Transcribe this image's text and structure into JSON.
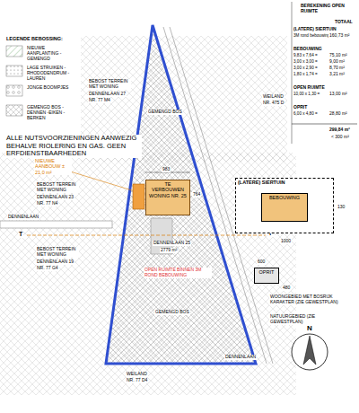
{
  "diagram": {
    "nodes": [
      {
        "text": [
          "TE VERBOUWEN WONING NR. 25"
        ]
      },
      {
        "text": [
          "OPRIT"
        ]
      },
      {
        "text": [
          "(LATERE) SIERTUIN"
        ]
      },
      {
        "text": [
          "BEBOUWING"
        ],
        "in": 2
      }
    ],
    "labels": [
      "LEGENDE BEBOSSING:",
      "BEREKENING OPEN RUIMTE",
      "TOTAAL",
      "(LATERE) SIERTUIN",
      "3M rond bebouwing",
      "160,73 m²",
      "BEBOUWING",
      "9,83 x 7,64 =",
      "75,10 m²",
      "3,00 x 3,00 =",
      "9,00 m²",
      "3,00 x 2,90 =",
      "8,70 m²",
      "1,80 x 1,74 =",
      "3,21 m²",
      "OPEN RUIMTE",
      "10,00 x 1,30 =",
      "13,00 m²",
      "OPRIT",
      "6,00 x 4,80 =",
      "28,80 m²",
      "299,84 m²",
      "< 300 m²",
      "ALLE NUTSVOORZIENINGEN AANWEZIG BEHALVE RIOLERING EN GAS. GEEN ERFDIENSTBAARHEDEN",
      "BEBOST TERREIN MET WONING",
      "DENNENLAAN 27",
      "NR. 77 M4",
      "WEILAND",
      "NR. 475 D",
      "GEMENGD BOS",
      "NIEUWE AANBOUW ± 21,0 m²",
      "BEBOST TERREIN MET WONING",
      "DENNENLAAN 23",
      "NR. 77 N4",
      "DENNENLAAN",
      "BEBOST TERREIN MET WONING",
      "DENNENLAAN 19",
      "NR. 77 G4",
      "T",
      "T'",
      "DENNENLAAN 25",
      "2779 m²",
      "OPEN RUIMTE BINNEN 3M ROND BEBOUWING",
      "GEMENGD BOS",
      "WOONGEBIED MET BOSRIJK KARAKTER (ZIE GEWESTPLAN)",
      "NATUURGEBIED (ZIE GEWESTPLAN)",
      "DENNENLAAN",
      "WEILAND",
      "NR. 77 D4",
      "983",
      "764",
      "1000",
      "600",
      "480",
      "130",
      "N"
    ],
    "legend": [
      {
        "text": "NIEUWE AANPLANTING -GEMENGD"
      },
      {
        "text": "LAGE STRUIKEN -RHODODENDRUM -LAUREN"
      },
      {
        "text": "JONGE BOOMPJES"
      },
      {
        "text": "GEMENGD BOS -DENNEN -EIKEN -BERKEN"
      }
    ]
  }
}
